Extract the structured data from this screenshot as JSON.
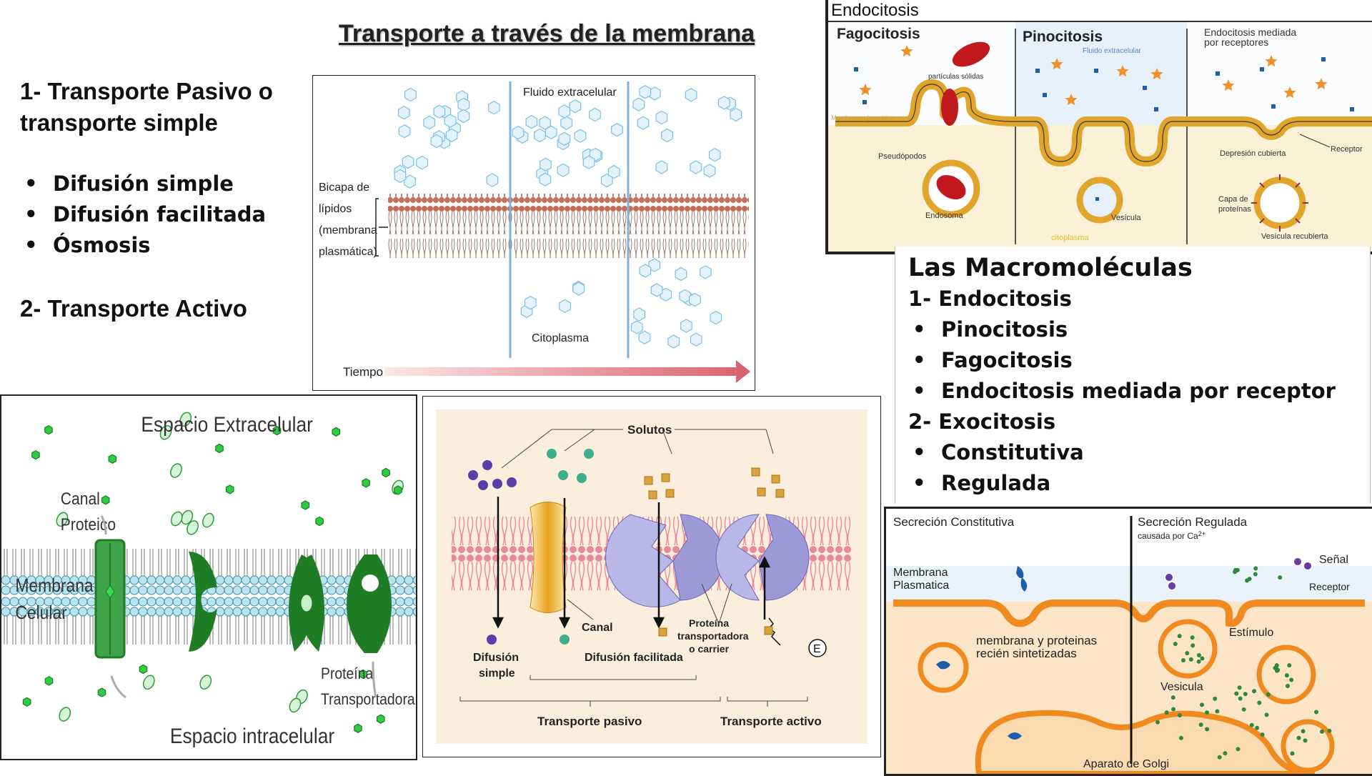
{
  "title": "Transporte a través de la membrana",
  "passive": {
    "heading": "1- Transporte Pasivo o transporte simple",
    "items": [
      "Difusión simple",
      "Difusión facilitada",
      "Ósmosis"
    ]
  },
  "active": {
    "heading": "2- Transporte Activo"
  },
  "diffusion_panel": {
    "extracellular": "Fluido extracelular",
    "bilayer_line1": "Bicapa de",
    "bilayer_line2": "lípidos",
    "bilayer_line3": "(membrana",
    "bilayer_line4": "plasmática)",
    "cytoplasm": "Citoplasma",
    "time": "Tiempo"
  },
  "endocytosis_panel": {
    "title": "Endocitosis",
    "phago": "Fagocitosis",
    "pino": "Pinocitosis",
    "receptor_line1": "Endocitosis mediada",
    "receptor_line2": "por receptores",
    "particles": "partículas sólidas",
    "pseudopods": "Pseudópodos",
    "endosome": "Endosoma",
    "membrane": "Membrana plasmática",
    "fluid": "Fluido extracelular",
    "vesicle": "Vesícula",
    "cytoplasm": "citoplasma",
    "coated_pit": "Depresión cubierta",
    "receptor": "Receptor",
    "protein_coat_line1": "Capa de",
    "protein_coat_line2": "proteínas",
    "coated_vesicle": "Vesícula recubierta"
  },
  "macro": {
    "heading": "Las Macromoléculas",
    "endo_heading": "1- Endocitosis",
    "endo_items": [
      "Pinocitosis",
      "Fagocitosis",
      "Endocitosis mediada por receptor"
    ],
    "exo_heading": "2- Exocitosis",
    "exo_items": [
      "Constitutiva",
      "Regulada"
    ]
  },
  "channel_panel": {
    "extracellular": "Espacio Extracelular",
    "channel_line1": "Canal",
    "channel_line2": "Proteico",
    "membrane_line1": "Membrana",
    "membrane_line2": "Celular",
    "carrier_line1": "Proteína",
    "carrier_line2": "Transportadora",
    "intracellular": "Espacio intracelular"
  },
  "solute_panel": {
    "solutes": "Solutos",
    "simple_line1": "Difusión",
    "simple_line2": "simple",
    "channel": "Canal",
    "facilitated": "Difusión facilitada",
    "carrier_line1": "Proteína",
    "carrier_line2": "transportadora",
    "carrier_line3": "o carrier",
    "energy": "E",
    "passive": "Transporte pasivo",
    "active": "Transporte activo"
  },
  "secretion_panel": {
    "constitutive": "Secreción Constitutiva",
    "regulated": "Secreción Regulada",
    "regulated_sub": "causada por Ca",
    "regulated_sub_sup": "2+",
    "membrane_line1": "Membrana",
    "membrane_line2": "Plasmatica",
    "signal": "Señal",
    "receptor": "Receptor",
    "stimulus": "Estímulo",
    "new_line1": "membrana y proteinas",
    "new_line2": "recién sintetizadas",
    "vesicle": "Vesicula",
    "golgi": "Aparato de Golgi"
  },
  "colors": {
    "membrane_head": "#c0705a",
    "diffusion_line": "#7fb2dd",
    "particle": "#9fd0ee",
    "endo_membrane": "#e0a52a",
    "endo_bg_bottom": "#fbf1d6",
    "green_molecule": "#2ecc40",
    "channel_green": "#1f7d25",
    "membrane_blue": "#b8e4ef",
    "solute_bg": "#fbeedd",
    "carrier_purple": "#b9b6e8",
    "secretion_orange": "#f08a1f",
    "secretion_cell": "#fbe5c6"
  }
}
